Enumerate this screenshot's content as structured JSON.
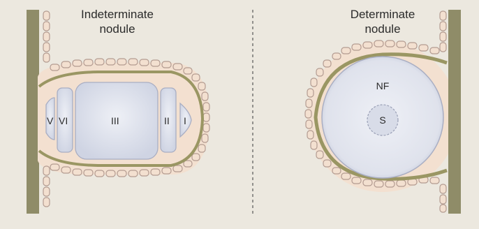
{
  "colors": {
    "background": "#ece8df",
    "root_wall": "#8f8c68",
    "cortex_fill": "#f3e0d0",
    "cell_outline": "#b39b91",
    "green_layer": "#9a9663",
    "infection_zone": "#dfe3ee",
    "zone_outline": "#a9aec3",
    "divider": "#555555"
  },
  "indeterminate": {
    "title_line1": "Indeterminate",
    "title_line2": "nodule",
    "zones": [
      "V",
      "VI",
      "III",
      "II",
      "I"
    ]
  },
  "determinate": {
    "title_line1": "Determinate",
    "title_line2": "nodule",
    "nf_label": "NF",
    "s_label": "S"
  }
}
